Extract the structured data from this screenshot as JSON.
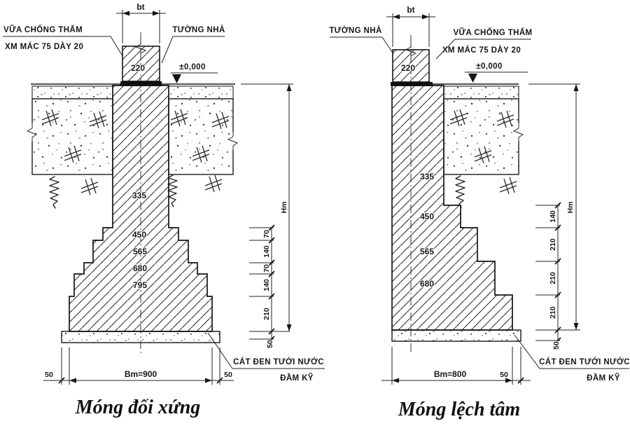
{
  "figure": {
    "type": "construction-detail-drawing",
    "description": "Two brick foundation cross sections",
    "background_color": "#ffffff",
    "line_color": "#1b1b1b"
  },
  "left_drawing": {
    "caption": "Móng đối xứng",
    "wall_label": "TƯỜNG NHÀ",
    "waterproof_label_1": "VỮA CHỐNG THẤM",
    "waterproof_label_2": "XM MÁC 75 DÀY 20",
    "level_label": "±0,000",
    "top_dim_label": "bt",
    "wall_width": "220",
    "width_labels": [
      "335",
      "450",
      "565",
      "680",
      "795"
    ],
    "height_labels": [
      "70",
      "140",
      "70",
      "140",
      "210"
    ],
    "sand_height": "50",
    "total_height_label": "Hm",
    "base_dim": "Bm=900",
    "base_margin_left": "50",
    "base_margin_right": "50",
    "sand_note_1": "CÁT ĐEN TƯỚI NƯỚC",
    "sand_note_2": "ĐẦM KỸ"
  },
  "right_drawing": {
    "caption": "Móng lệch tâm",
    "wall_label": "TƯỜNG NHÀ",
    "waterproof_label_1": "VỮA CHỐNG THẤM",
    "waterproof_label_2": "XM MÁC 75 DÀY 20",
    "level_label": "±0,000",
    "top_dim_label": "bt",
    "wall_width": "220",
    "width_labels": [
      "335",
      "450",
      "565",
      "680"
    ],
    "height_labels": [
      "140",
      "210",
      "210",
      "210"
    ],
    "sand_height": "50",
    "total_height_label": "Hm",
    "base_dim": "Bm=800",
    "base_margin_right": "50",
    "sand_note_1": "CÁT ĐEN TƯỚI NƯỚC",
    "sand_note_2": "ĐẦM KỸ"
  }
}
